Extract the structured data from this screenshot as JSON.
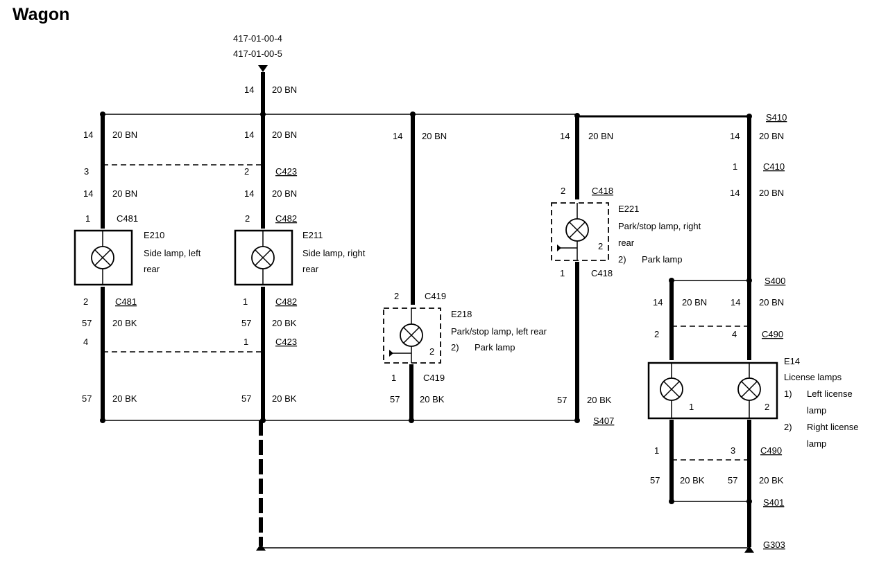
{
  "title": "Wagon",
  "refs": [
    "417-01-00-4",
    "417-01-00-5"
  ],
  "splices": {
    "s410": "S410",
    "s400": "S400",
    "s407": "S407",
    "s401": "S401",
    "g303": "G303"
  },
  "wires": {
    "bn": "20 BN",
    "bk": "20 BK",
    "c14": "14",
    "c57": "57"
  },
  "connectors": {
    "c481": "C481",
    "c482": "C482",
    "c423": "C423",
    "c419": "C419",
    "c418": "C418",
    "c410": "C410",
    "c490": "C490"
  },
  "pins": {
    "p1": "1",
    "p2": "2",
    "p3": "3",
    "p4": "4"
  },
  "components": {
    "e210": {
      "id": "E210",
      "line1": "Side lamp, left",
      "line2": "rear"
    },
    "e211": {
      "id": "E211",
      "line1": "Side lamp, right",
      "line2": "rear"
    },
    "e218": {
      "id": "E218",
      "line1": "Park/stop lamp, left rear",
      "note_num": "2)",
      "note": "Park lamp"
    },
    "e221": {
      "id": "E221",
      "line1": "Park/stop lamp, right",
      "line2": "rear",
      "note_num": "2)",
      "note": "Park lamp"
    },
    "e14": {
      "id": "E14",
      "line1": "License lamps",
      "n1": "1)",
      "n1a": "Left license",
      "n1b": "lamp",
      "n2": "2)",
      "n2a": "Right license",
      "n2b": "lamp"
    }
  }
}
